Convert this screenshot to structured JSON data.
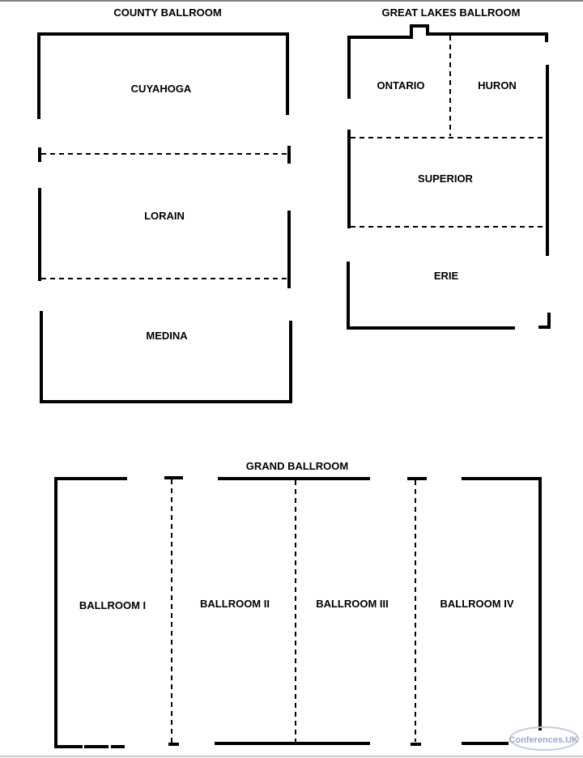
{
  "county": {
    "title": "COUNTY BALLROOM",
    "rooms": [
      "CUYAHOGA",
      "LORAIN",
      "MEDINA"
    ]
  },
  "great_lakes": {
    "title": "GREAT LAKES BALLROOM",
    "rooms": [
      "ONTARIO",
      "HURON",
      "SUPERIOR",
      "ERIE"
    ]
  },
  "grand": {
    "title": "GRAND BALLROOM",
    "rooms": [
      "BALLROOM I",
      "BALLROOM II",
      "BALLROOM III",
      "BALLROOM IV"
    ]
  },
  "watermark": {
    "text": "Conferences.UK",
    "color": "#9aa8c8"
  }
}
